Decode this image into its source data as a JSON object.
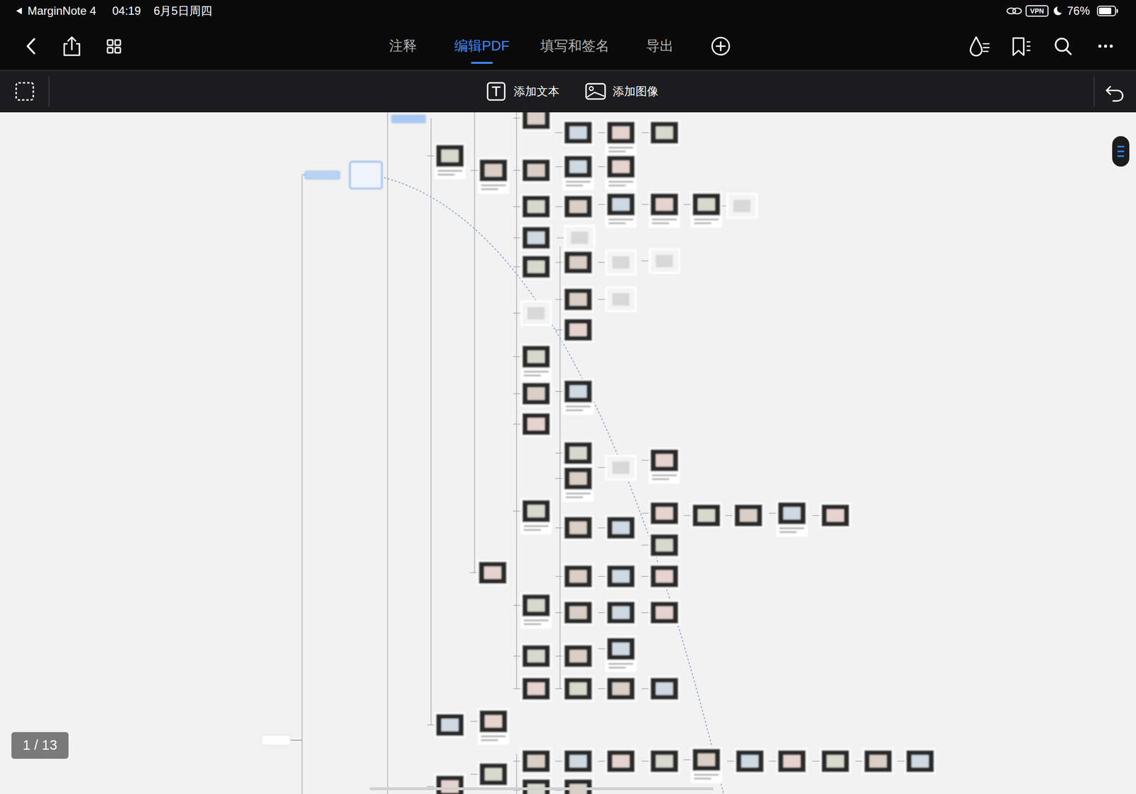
{
  "diagram": {
    "labels": [
      "MarginNote 4",
      "04:19",
      "6月5日周四",
      "VPN",
      "76%",
      "注释",
      "编辑PDF",
      "填写和签名",
      "导出",
      "添加文本",
      "添加图像",
      "1 / 13"
    ]
  }
}
